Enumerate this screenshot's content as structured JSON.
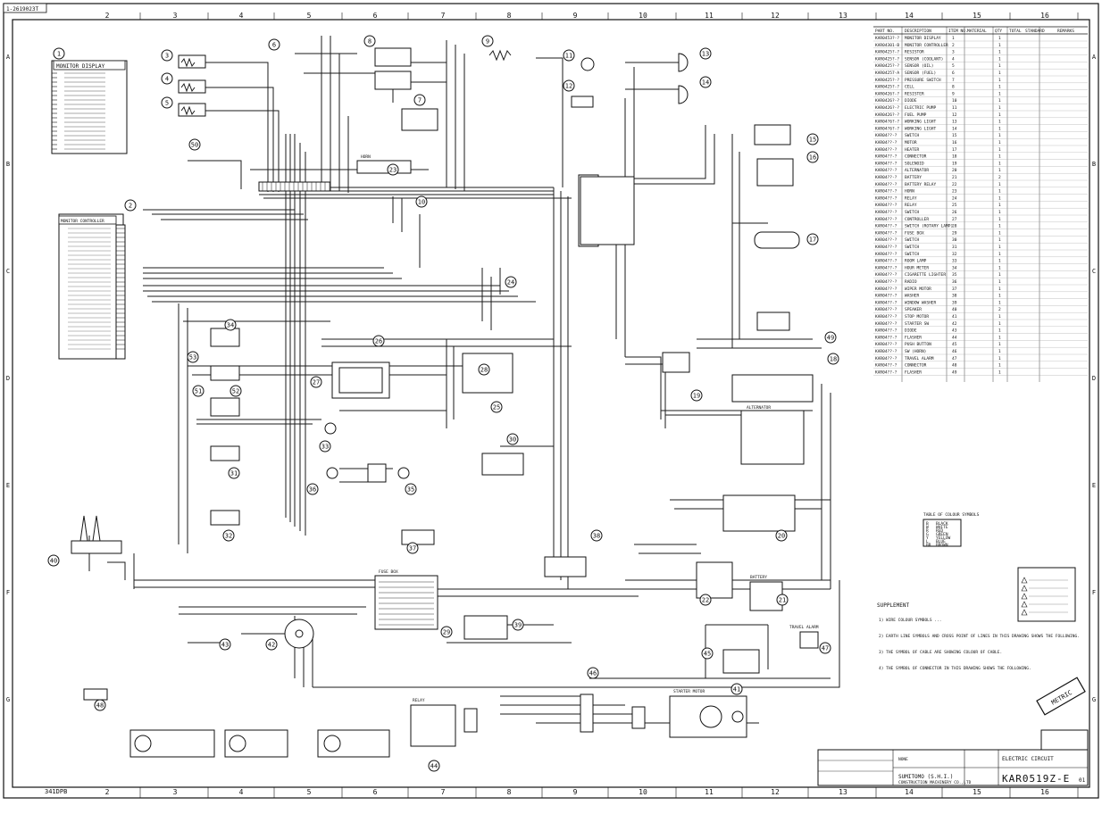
{
  "sheet": {
    "top_ref": "1-2619023T",
    "grid_cols": [
      "2",
      "3",
      "4",
      "5",
      "6",
      "7",
      "8",
      "9",
      "10",
      "11",
      "12",
      "13",
      "14",
      "15",
      "16"
    ],
    "bottom_cols": [
      "2",
      "3",
      "4",
      "5",
      "6",
      "7",
      "8",
      "9",
      "10",
      "11",
      "12",
      "13",
      "14",
      "15",
      "16"
    ],
    "row_letters": [
      "A",
      "B",
      "C",
      "D",
      "E",
      "F",
      "G"
    ],
    "bottom_left_ref": "341DPB"
  },
  "diagram": {
    "monitor_display_label": "MONITOR DISPLAY",
    "monitor_controller_label": "MONITOR CONTROLLER",
    "alternator_label": "ALTERNATOR",
    "battery_label": "BATTERY",
    "starter_motor_label": "STARTER MOTOR",
    "relay_label": "RELAY",
    "fuse_box_label": "FUSE BOX",
    "travel_alarm_label": "TRAVEL ALARM",
    "horn_label": "HORN",
    "callouts": [
      "1",
      "2",
      "3",
      "4",
      "5",
      "6",
      "7",
      "8",
      "9",
      "10",
      "11",
      "12",
      "13",
      "14",
      "15",
      "16",
      "17",
      "18",
      "19",
      "20",
      "21",
      "22",
      "23",
      "24",
      "25",
      "26",
      "27",
      "28",
      "29",
      "30",
      "31",
      "32",
      "33",
      "34",
      "35",
      "36",
      "37",
      "38",
      "39",
      "40",
      "41",
      "42",
      "43",
      "44",
      "45",
      "46",
      "47",
      "48",
      "49",
      "50",
      "51",
      "52",
      "53"
    ]
  },
  "parts_header": {
    "part_no": "PART NO.",
    "description": "DESCRIPTION",
    "item_no": "ITEM NO.",
    "material": "MATERIAL",
    "qty": "QTY",
    "total": "TOTAL",
    "standard": "STANDARD",
    "remarks": "REMARKS"
  },
  "parts_rows": [
    {
      "part": "KAR0453?-?",
      "desc": "MONITOR DISPLAY",
      "item": "1",
      "qty": "1"
    },
    {
      "part": "KAR04301-B",
      "desc": "MONITOR CONTROLLER",
      "item": "2",
      "qty": "1"
    },
    {
      "part": "KAR0425?-?",
      "desc": "RESISTOR",
      "item": "3",
      "qty": "1"
    },
    {
      "part": "KAR0425?-?",
      "desc": "SENSOR (COOLANT)",
      "item": "4",
      "qty": "1"
    },
    {
      "part": "KAR0425?-?",
      "desc": "SENSOR (OIL)",
      "item": "5",
      "qty": "1"
    },
    {
      "part": "KAR04257-A",
      "desc": "SENSOR (FUEL)",
      "item": "6",
      "qty": "1"
    },
    {
      "part": "KAR0425?-?",
      "desc": "PRESSURE SWITCH",
      "item": "7",
      "qty": "1"
    },
    {
      "part": "KAR0425?-?",
      "desc": "CELL",
      "item": "8",
      "qty": "1"
    },
    {
      "part": "KAR0426?-?",
      "desc": "RESISTER",
      "item": "9",
      "qty": "1"
    },
    {
      "part": "KAR0426?-?",
      "desc": "DIODE",
      "item": "10",
      "qty": "1"
    },
    {
      "part": "KAR0426?-?",
      "desc": "ELECTRIC PUMP",
      "item": "11",
      "qty": "1"
    },
    {
      "part": "KAR0426?-?",
      "desc": "FUEL PUMP",
      "item": "12",
      "qty": "1"
    },
    {
      "part": "KAR04?6?-?",
      "desc": "WORKING LIGHT",
      "item": "13",
      "qty": "1"
    },
    {
      "part": "KAR04?6?-?",
      "desc": "WORKING LIGHT",
      "item": "14",
      "qty": "1"
    },
    {
      "part": "KAR04??-?",
      "desc": "SWITCH",
      "item": "15",
      "qty": "1"
    },
    {
      "part": "KAR04??-?",
      "desc": "MOTOR",
      "item": "16",
      "qty": "1"
    },
    {
      "part": "KAR04??-?",
      "desc": "HEATER",
      "item": "17",
      "qty": "1"
    },
    {
      "part": "KAR04??-?",
      "desc": "CONNECTOR",
      "item": "18",
      "qty": "1"
    },
    {
      "part": "KAR04??-?",
      "desc": "SOLENOID",
      "item": "19",
      "qty": "1"
    },
    {
      "part": "KAR04??-?",
      "desc": "ALTERNATOR",
      "item": "20",
      "qty": "1"
    },
    {
      "part": "KAR04??-?",
      "desc": "BATTERY",
      "item": "21",
      "qty": "2"
    },
    {
      "part": "KAR04??-?",
      "desc": "BATTERY RELAY",
      "item": "22",
      "qty": "1"
    },
    {
      "part": "KAR04??-?",
      "desc": "HORN",
      "item": "23",
      "qty": "1"
    },
    {
      "part": "KAR04??-?",
      "desc": "RELAY",
      "item": "24",
      "qty": "1"
    },
    {
      "part": "KAR04??-?",
      "desc": "RELAY",
      "item": "25",
      "qty": "1"
    },
    {
      "part": "KAR04??-?",
      "desc": "SWITCH",
      "item": "26",
      "qty": "1"
    },
    {
      "part": "KAR04??-?",
      "desc": "CONTROLLER",
      "item": "27",
      "qty": "1"
    },
    {
      "part": "KAR04??-?",
      "desc": "SWITCH (ROTARY LAMP)",
      "item": "28",
      "qty": "1"
    },
    {
      "part": "KAR04??-?",
      "desc": "FUSE BOX",
      "item": "29",
      "qty": "1"
    },
    {
      "part": "KAR04??-?",
      "desc": "SWITCH",
      "item": "30",
      "qty": "1"
    },
    {
      "part": "KAR04??-?",
      "desc": "SWITCH",
      "item": "31",
      "qty": "1"
    },
    {
      "part": "KAR04??-?",
      "desc": "SWITCH",
      "item": "32",
      "qty": "1"
    },
    {
      "part": "KAR04??-?",
      "desc": "ROOM LAMP",
      "item": "33",
      "qty": "1"
    },
    {
      "part": "KAR04??-?",
      "desc": "HOUR METER",
      "item": "34",
      "qty": "1"
    },
    {
      "part": "KAR04??-?",
      "desc": "CIGARETTE LIGHTER",
      "item": "35",
      "qty": "1"
    },
    {
      "part": "KAR04??-?",
      "desc": "RADIO",
      "item": "36",
      "qty": "1"
    },
    {
      "part": "KAR04??-?",
      "desc": "WIPER MOTOR",
      "item": "37",
      "qty": "1"
    },
    {
      "part": "KAR04??-?",
      "desc": "WASHER",
      "item": "38",
      "qty": "1"
    },
    {
      "part": "KAR04??-?",
      "desc": "WINDOW WASHER",
      "item": "39",
      "qty": "1"
    },
    {
      "part": "KAR04??-?",
      "desc": "SPEAKER",
      "item": "40",
      "qty": "2"
    },
    {
      "part": "KAR04??-?",
      "desc": "STOP MOTOR",
      "item": "41",
      "qty": "1"
    },
    {
      "part": "KAR04??-?",
      "desc": "STARTER SW",
      "item": "42",
      "qty": "1"
    },
    {
      "part": "KAR04??-?",
      "desc": "DIODE",
      "item": "43",
      "qty": "1"
    },
    {
      "part": "KAR04??-?",
      "desc": "FLASHER",
      "item": "44",
      "qty": "1"
    },
    {
      "part": "KAR04??-?",
      "desc": "PUSH BUTTON",
      "item": "45",
      "qty": "1"
    },
    {
      "part": "KAR04??-?",
      "desc": "SW (HORN)",
      "item": "46",
      "qty": "1"
    },
    {
      "part": "KAR04??-?",
      "desc": "TRAVEL ALARM",
      "item": "47",
      "qty": "1"
    },
    {
      "part": "KAR04??-?",
      "desc": "CONNECTOR",
      "item": "48",
      "qty": "1"
    },
    {
      "part": "KAR04??-?",
      "desc": "FLASHER",
      "item": "49",
      "qty": "1"
    }
  ],
  "color_table": {
    "title": "TABLE OF COLOUR SYMBOLS",
    "rows": [
      [
        "B",
        "BLACK"
      ],
      [
        "W",
        "WHITE"
      ],
      [
        "R",
        "RED"
      ],
      [
        "G",
        "GREEN"
      ],
      [
        "Y",
        "YELLOW"
      ],
      [
        "L",
        "BLUE"
      ],
      [
        "BR",
        "BROWN"
      ]
    ]
  },
  "notes": {
    "heading": "SUPPLEMENT",
    "items": [
      "1) WIRE COLOUR SYMBOLS ...",
      "2) EARTH LINE SYMBOLS AND CROSS POINT OF LINES IN THIS DRAWING SHOWS THE FOLLOWING.",
      "3) THE SYMBOL OF CABLE ARE SHOWING COLOUR OF CABLE.",
      "4) THE SYMBOL OF CONNECTOR IN THIS DRAWING SHOWS THE FOLLOWING."
    ]
  },
  "stamps": {
    "metric": "METRIC"
  },
  "title_block": {
    "title": "ELECTRIC CIRCUIT",
    "drawing_no": "KAR0519Z-E",
    "sheet": "01",
    "company": "SUMITOMO (S.H.I.)",
    "company_sub": "CONSTRUCTION MACHINERY CO.,LTD",
    "scale": "NONE"
  }
}
